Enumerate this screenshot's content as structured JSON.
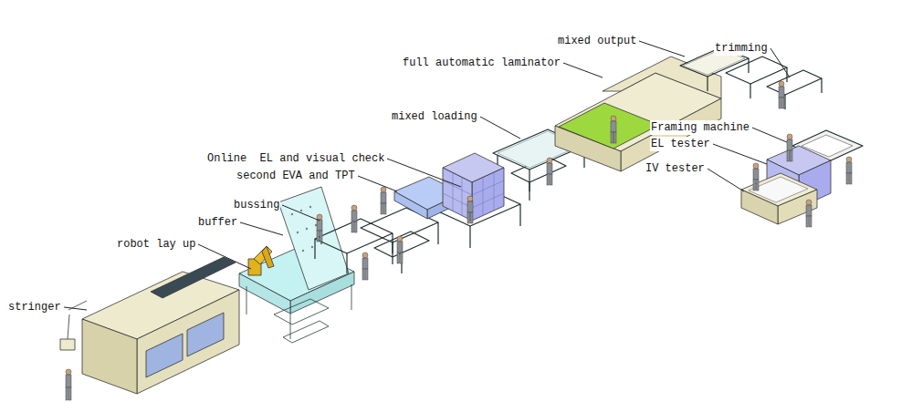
{
  "diagram": {
    "labels": [
      "mixed output",
      "trimming",
      "full automatic laminator",
      "Framing machine",
      "EL tester",
      "mixed loading",
      "IV tester",
      "Online  EL and visual check",
      "second EVA and TPT",
      "bussing",
      "buffer",
      "robot lay up",
      "stringer"
    ]
  }
}
